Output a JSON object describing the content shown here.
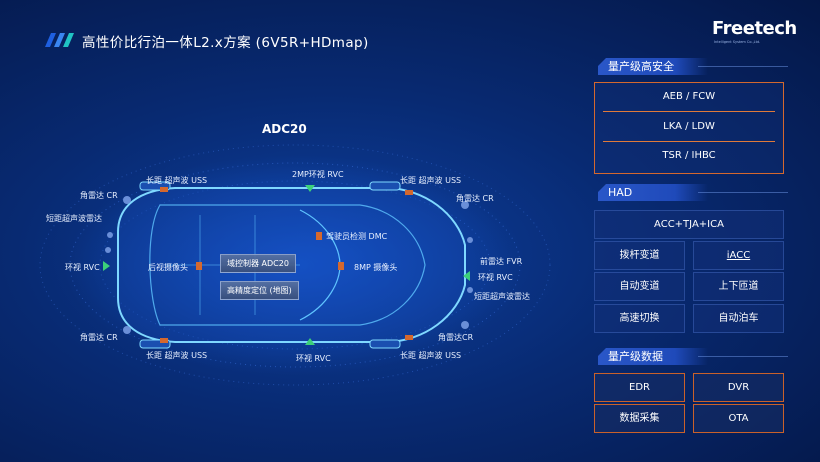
{
  "header": {
    "title": "高性价比行泊一体L2.x方案 (6V5R+HDmap)",
    "logo_text": "Freetech",
    "logo_subtext": "Intelligent System Co.,Ltd."
  },
  "diagram": {
    "title": "ADC20",
    "labels": {
      "long_uss_tl": "长距 超声波 USS",
      "rvc_top": "2MP环视 RVC",
      "long_uss_tr": "长距 超声波 USS",
      "cr_tl": "角雷达 CR",
      "cr_tr": "角雷达 CR",
      "short_uss_l": "短距超声波雷达",
      "rvc_left": "环视 RVC",
      "rear_cam": "后视摄像头",
      "dmc": "驾驶员检测 DMC",
      "cam_8mp": "8MP 摄像头",
      "fvr": "前雷达 FVR",
      "rvc_right": "环视 RVC",
      "short_uss_r": "短距超声波雷达",
      "cr_bl": "角雷达 CR",
      "cr_br": "角雷达CR",
      "long_uss_bl": "长距 超声波 USS",
      "rvc_bottom": "环视 RVC",
      "long_uss_br": "长距 超声波 USS"
    },
    "boxes": {
      "domain_controller": "域控制器 ADC20",
      "hd_positioning": "高精度定位 (地图)"
    }
  },
  "panel": {
    "safety": {
      "heading": "量产级高安全",
      "items": [
        "AEB / FCW",
        "LKA / LDW",
        "TSR / IHBC"
      ]
    },
    "had": {
      "heading": "HAD",
      "wide": "ACC+TJA+ICA",
      "grid": [
        "拨杆变道",
        "iACC",
        "自动变道",
        "上下匝道",
        "高速切换",
        "自动泊车"
      ]
    },
    "data": {
      "heading": "量产级数据",
      "grid": [
        "EDR",
        "DVR",
        "数据采集",
        "OTA"
      ]
    }
  },
  "colors": {
    "accent_orange": "#d4682e",
    "accent_green": "#3cd07a",
    "panel_blue": "#2a57c8"
  }
}
